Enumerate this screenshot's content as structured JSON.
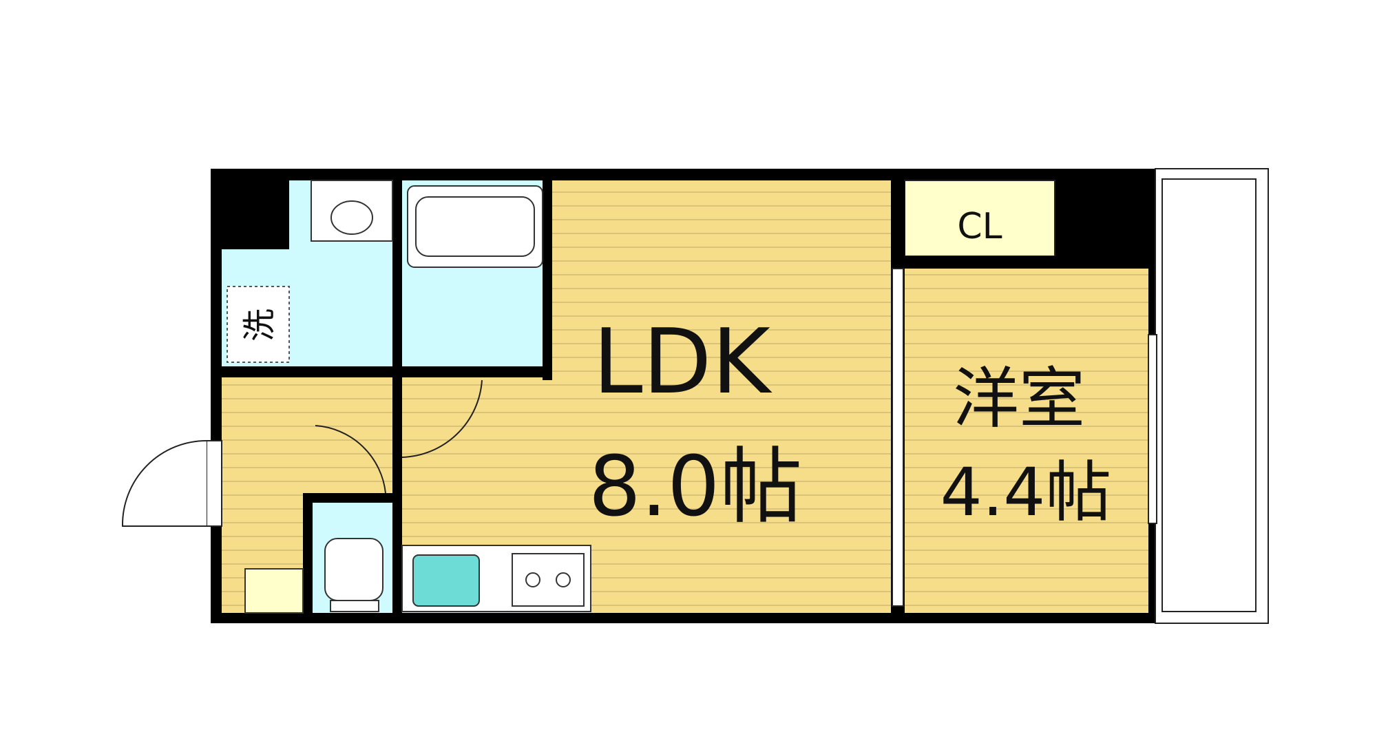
{
  "rooms": {
    "ldk": {
      "name": "LDK",
      "size": "8.0帖"
    },
    "western": {
      "name": "洋室",
      "size": "4.4帖"
    },
    "closet": {
      "label": "CL"
    },
    "laundry": {
      "label": "洗"
    }
  },
  "colors": {
    "wall": "#000000",
    "floor_wood": "#f6dd8a",
    "floor_lines": "#d9c27a",
    "wet_area": "#cffbff",
    "closet": "#ffffcc",
    "sink": "#6ddbd6"
  }
}
